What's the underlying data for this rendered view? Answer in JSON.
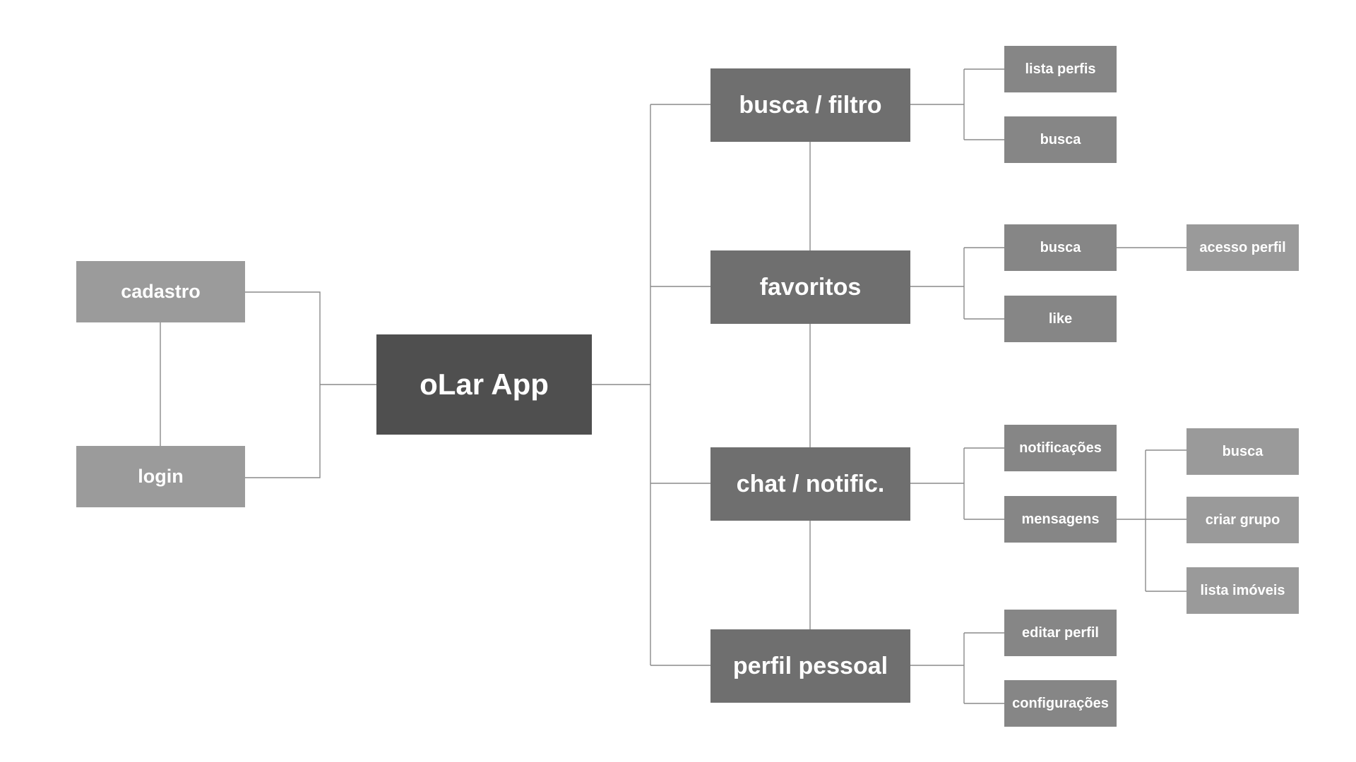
{
  "root": {
    "label": "oLar App"
  },
  "auth": {
    "cadastro": "cadastro",
    "login": "login"
  },
  "sections": {
    "busca_filtro": {
      "label": "busca / filtro",
      "children": [
        "lista perfis",
        "busca"
      ]
    },
    "favoritos": {
      "label": "favoritos",
      "children": [
        "busca",
        "like"
      ],
      "grandchildren": [
        "acesso perfil"
      ]
    },
    "chat": {
      "label": "chat / notific.",
      "children": [
        "notificações",
        "mensagens"
      ],
      "grandchildren": [
        "busca",
        "criar grupo",
        "lista imóveis"
      ]
    },
    "perfil": {
      "label": "perfil pessoal",
      "children": [
        "editar perfil",
        "configurações"
      ]
    }
  },
  "colors": {
    "root": "#4f4f4f",
    "primary": "#6f6f6f",
    "auth": "#9b9b9b",
    "secondary": "#868686",
    "tertiary": "#9a9a9a",
    "connector": "#8a8a8a"
  }
}
